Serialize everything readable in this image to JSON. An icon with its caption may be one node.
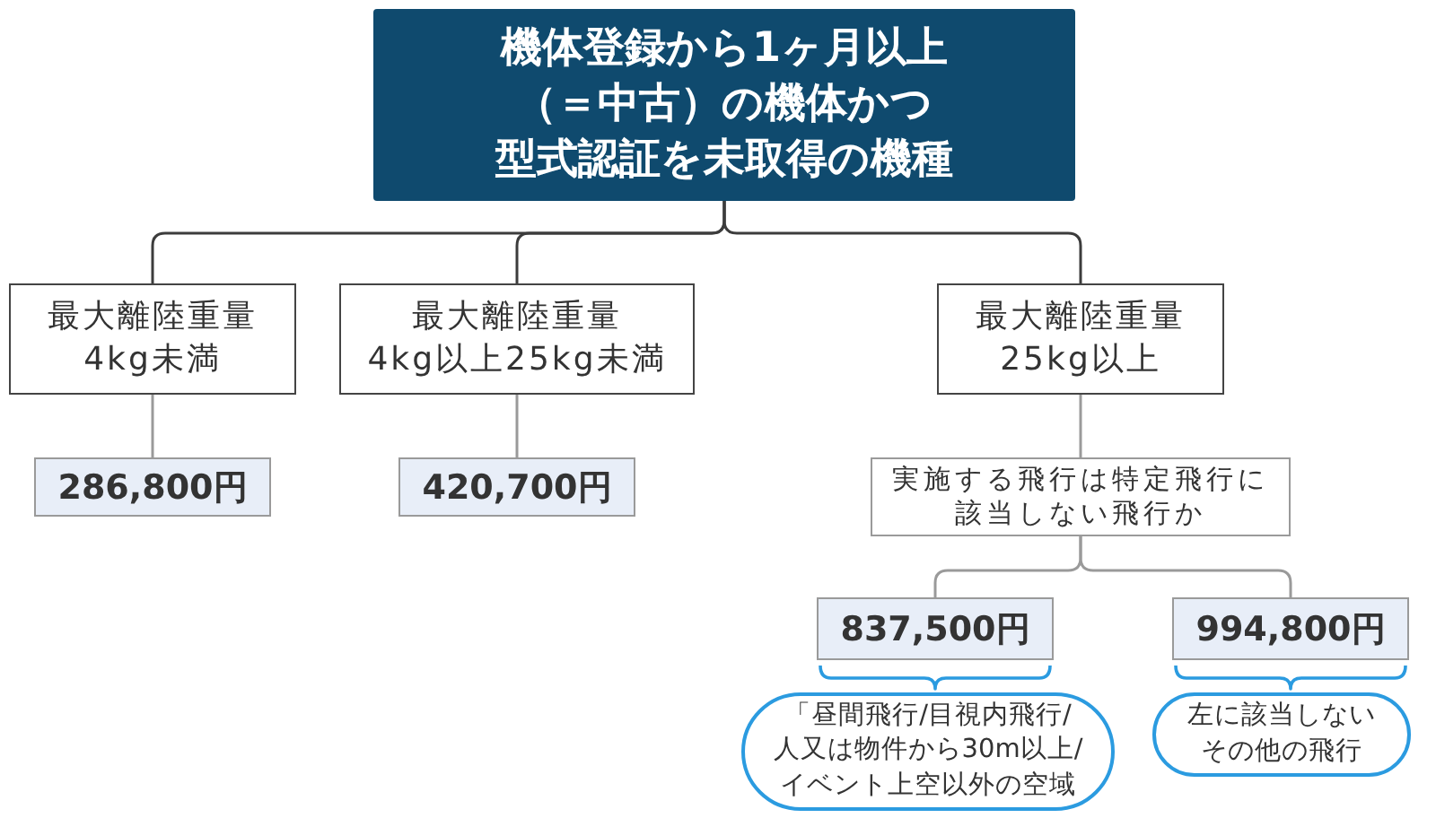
{
  "diagram": {
    "nodes": [
      {
        "text": [
          "機体登録から1ヶ月以上（＝中古）の機体かつ型式認証を未取得の機種"
        ]
      },
      {
        "text": [
          "最大離陸重量",
          "4kg未満"
        ]
      },
      {
        "text": [
          "最大離陸重量",
          "4kg以上25kg未満"
        ]
      },
      {
        "text": [
          "最大離陸重量",
          "25kg以上"
        ]
      },
      {
        "text": [
          "286,800円"
        ]
      },
      {
        "text": [
          "420,700円"
        ]
      },
      {
        "text": [
          "実施する飛行は特定飛行に該当しない飛行か"
        ]
      },
      {
        "text": [
          "837,500円"
        ]
      },
      {
        "text": [
          "994,800円"
        ]
      },
      {
        "text": [
          "「昼間飛行/目視内飛行/人又は物件から30m以上/イベント上空以外の空域"
        ]
      },
      {
        "text": [
          "左に該当しないその他の飛行"
        ]
      }
    ],
    "edges": [
      {
        "from": 0,
        "to": 1,
        "arrow": "none",
        "color": "#3c3c3c"
      },
      {
        "from": 0,
        "to": 2,
        "arrow": "none",
        "color": "#3c3c3c"
      },
      {
        "from": 0,
        "to": 3,
        "arrow": "none",
        "color": "#3c3c3c"
      },
      {
        "from": 1,
        "to": 4,
        "arrow": "none"
      },
      {
        "from": 2,
        "to": 5,
        "arrow": "none"
      },
      {
        "from": 3,
        "to": 6,
        "arrow": "none"
      },
      {
        "from": 6,
        "to": 7,
        "arrow": "none"
      },
      {
        "from": 6,
        "to": 8,
        "arrow": "none"
      }
    ]
  }
}
